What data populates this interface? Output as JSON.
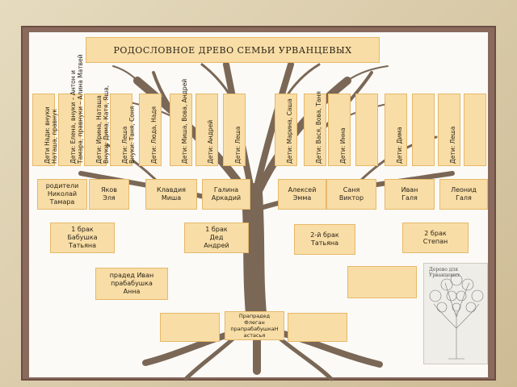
{
  "title": "РОДОСЛОВНОЕ ДРЕВО СЕМЬИ УРВАНЦЕВЫХ",
  "columns": [
    "Дети Нади: внуки\nНаташа, правнук\nЕгор",
    "Дети: Елена, внуки – Антон и\nТамара, правнуки – Алина Матвей",
    "Дети: Ирина, Наташа\nВнуки: Дима, Катя, Яша,\nЯна",
    "Дети: Леша\nВнуки: Таня, Соня",
    "Дети: Люда, Надя",
    "Дети: Миша, Вова, Андрей",
    "Дети: Андрей",
    "Дети: Леша",
    "Дети: Марина, Саша",
    "Дети: Вася, Вова, Таня",
    "Дети: Инна",
    "",
    "Дети: Дима",
    "",
    "Дети: Леша",
    ""
  ],
  "parents_row": [
    "родители\nНиколай\nТамара",
    "Яков\nЭля",
    "Клавдия\nМиша",
    "Галина\nАркадий",
    "Алексей\nЭмма",
    "Саня\nВиктор",
    "Иван\nГаля",
    "Леонид\nГаля"
  ],
  "grandparents_row": [
    "1 брак\nБабушка\nТатьяна",
    "1 брак\nДед\nАндрей",
    "2-й брак\nТатьяна",
    "2 брак\nСтепан"
  ],
  "great_grandparents": {
    "left": "прадед Иван\nпрабабушка\nАнна",
    "right": ""
  },
  "great_great": {
    "left": "",
    "center": "Прапрадед\nФлеган\nпрапрабабушкаН\nастасья",
    "right": ""
  },
  "thumbnail_caption": "Дерево для Урванцевых",
  "colors": {
    "box_fill": "#f8dda6",
    "box_border": "#e7b86a",
    "frame": "#8a6a5c",
    "tree": "#7a6756"
  }
}
